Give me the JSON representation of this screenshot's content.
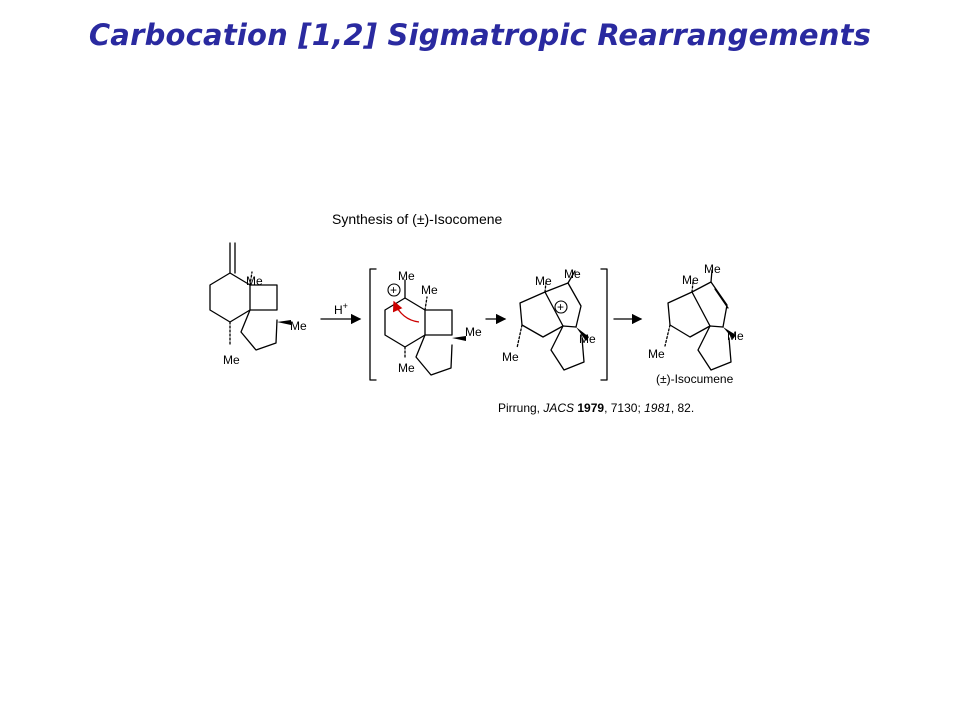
{
  "title": "Carbocation [1,2] Sigmatropic Rearrangements",
  "scheme": {
    "heading": "Synthesis of (±)-Isocomene",
    "reagent": "H",
    "reagent_charge": "+",
    "methyl_label": "Me",
    "cation_symbol": "+",
    "product_label": "(±)-Isocumene",
    "citation": {
      "author": "Pirrung, ",
      "journal": "JACS",
      "year1": " 1979",
      "pages1": ", 7130; ",
      "year2": "1981",
      "pages2": ", 82."
    },
    "colors": {
      "title": "#2a2aa0",
      "arrow_curved": "#cc0000",
      "bonds": "#000000"
    }
  }
}
